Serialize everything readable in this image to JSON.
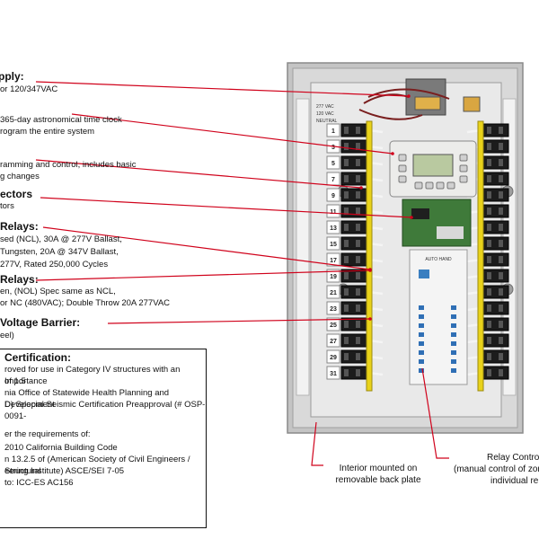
{
  "labels": {
    "power_supply": {
      "title": "pply:",
      "lines": [
        "or 120/347VAC"
      ]
    },
    "time_clock": {
      "lines": [
        "365-day astronomical time clock",
        "rogram the entire system"
      ]
    },
    "programming": {
      "lines": [
        "ramming and control, includes basic",
        "g changes"
      ]
    },
    "connectors": {
      "title": "ectors",
      "lines": [
        "tors"
      ]
    },
    "ncl_relays": {
      "title": "Relays:",
      "lines": [
        "sed (NCL), 30A @ 277V Ballast,",
        "Tungsten, 20A @ 347V Ballast,",
        "277V, Rated 250,000 Cycles"
      ]
    },
    "nol_relays": {
      "title": "Relays:",
      "lines": [
        "en, (NOL) Spec same as NCL,",
        "or NC (480VAC); Double Throw 20A 277VAC"
      ]
    },
    "barrier": {
      "title": "Voltage Barrier:",
      "lines": [
        "eel)"
      ]
    }
  },
  "certification": {
    "title": "Certification:",
    "lines": [
      "roved for use in Category IV structures with an Importance",
      "of 1.5",
      "nia Office of Statewide Health Planning and Development",
      "D) Special Seismic Certification Preapproval (# OSP-0091-",
      "",
      "er the requirements of:",
      "2010 California Building Code",
      "n 13.2.5 of (American Society of Civil Engineers / Structural",
      "eering Institute) ASCE/SEI 7-05",
      "to: ICC-ES AC156"
    ]
  },
  "callouts": {
    "interior": [
      "Interior mounted on",
      "removable back plate"
    ],
    "relay_control": [
      "Relay Control",
      "(manual control of zon",
      "individual re"
    ]
  },
  "panel": {
    "voltage_label": [
      "277 VAC",
      "120 VAC",
      "NEUTRAL"
    ],
    "relay_numbers": [
      "1",
      "3",
      "5",
      "7",
      "9",
      "11",
      "13",
      "15",
      "17",
      "19",
      "21",
      "23",
      "25",
      "27",
      "29",
      "31"
    ],
    "controller_label": "AUTO HAND"
  },
  "colors": {
    "leader_line": "#d0021b",
    "panel_bg": "#d9d9d9",
    "relay": "#1c1c1c",
    "bus_bar": "#e8d21a"
  }
}
